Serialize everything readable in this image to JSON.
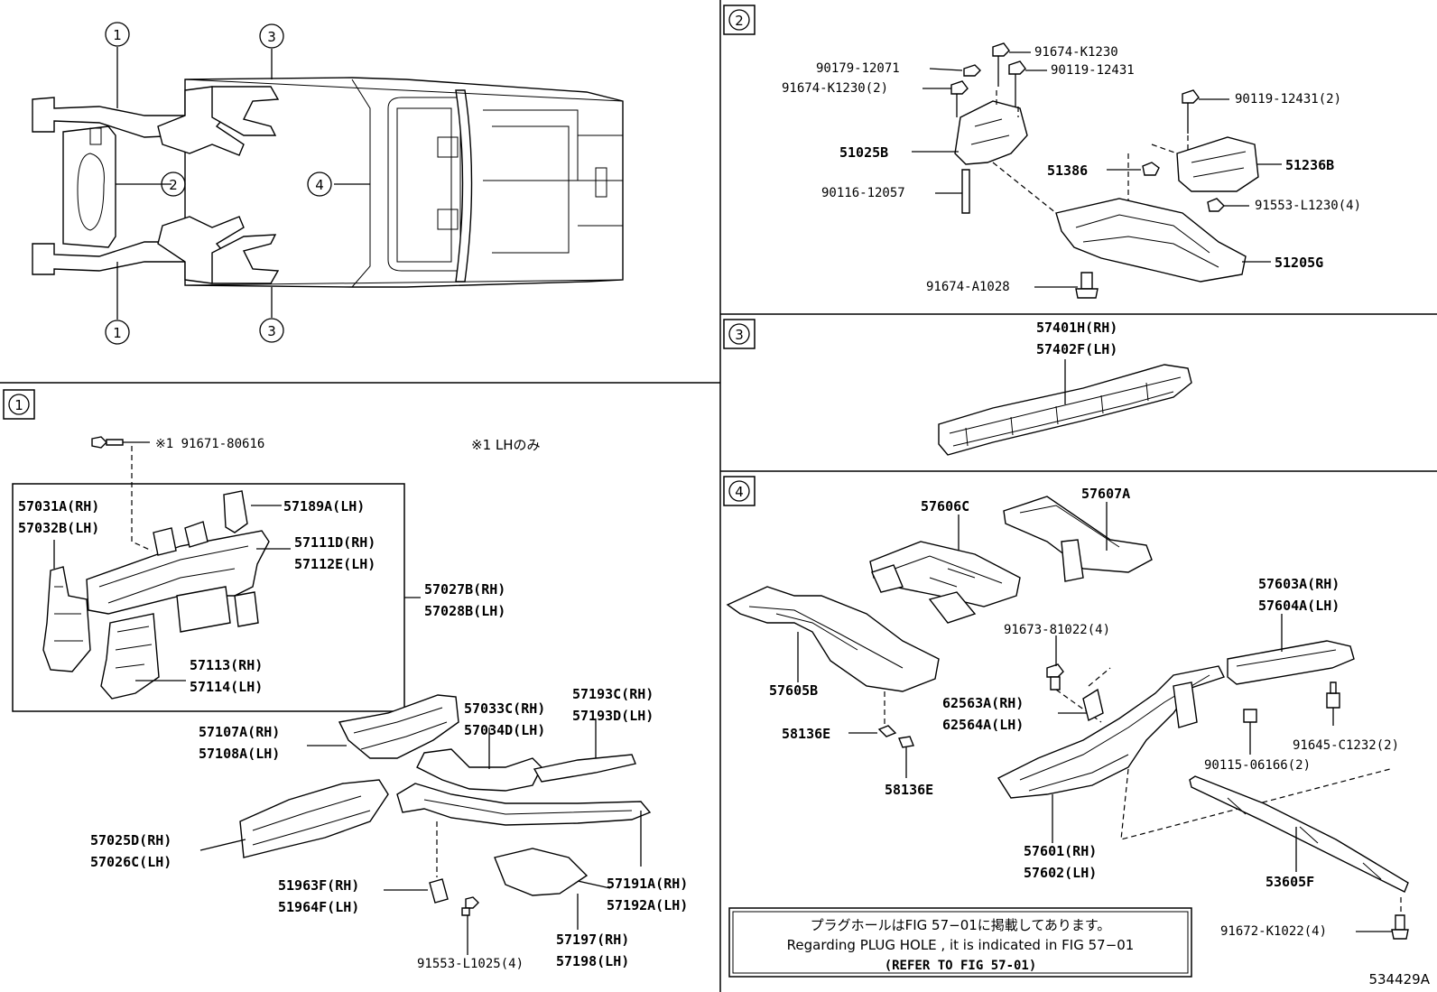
{
  "overview": {
    "callouts": [
      {
        "id": "c1-top",
        "num": "1"
      },
      {
        "id": "c3-top",
        "num": "3"
      },
      {
        "id": "c2",
        "num": "2"
      },
      {
        "id": "c4",
        "num": "4"
      },
      {
        "id": "c1-bot",
        "num": "1"
      },
      {
        "id": "c3-bot",
        "num": "3"
      }
    ]
  },
  "sections": {
    "s1": {
      "badge": "1"
    },
    "s2": {
      "badge": "2"
    },
    "s3": {
      "badge": "3"
    },
    "s4": {
      "badge": "4"
    }
  },
  "section1": {
    "note_ref": "※1 91671-80616",
    "note_lh": "※1 LHのみ",
    "labels": {
      "l57031A": "57031A(RH)",
      "l57032B": "57032B(LH)",
      "l57189A": "57189A(LH)",
      "l57111D": "57111D(RH)",
      "l57112E": "57112E(LH)",
      "l57027B": "57027B(RH)",
      "l57028B": "57028B(LH)",
      "l57113": "57113(RH)",
      "l57114": "57114(LH)",
      "l57107A": "57107A(RH)",
      "l57108A": "57108A(LH)",
      "l57033C": "57033C(RH)",
      "l57034D": "57034D(LH)",
      "l57193C": "57193C(RH)",
      "l57193D": "57193D(LH)",
      "l57025D": "57025D(RH)",
      "l57026C": "57026C(LH)",
      "l51963F": "51963F(RH)",
      "l51964F": "51964F(LH)",
      "l57191A": "57191A(RH)",
      "l57192A": "57192A(LH)",
      "l57197": "57197(RH)",
      "l57198": "57198(LH)",
      "l91553L1025": "91553-L1025(4)"
    }
  },
  "section2": {
    "labels": {
      "l90179": "90179-12071",
      "l91674K1230": "91674-K1230",
      "l90119a": "90119-12431",
      "l91674K1230x2": "91674-K1230(2)",
      "l90119x2": "90119-12431(2)",
      "l51025B": "51025B",
      "l51386": "51386",
      "l51236B": "51236B",
      "l90116": "90116-12057",
      "l91553L1230": "91553-L1230(4)",
      "l51205G": "51205G",
      "l91674A1028": "91674-A1028"
    }
  },
  "section3": {
    "labels": {
      "l57401H": "57401H(RH)",
      "l57402F": "57402F(LH)"
    }
  },
  "section4": {
    "labels": {
      "l57606C": "57606C",
      "l57607A": "57607A",
      "l57603A": "57603A(RH)",
      "l57604A": "57604A(LH)",
      "l91673": "91673-81022(4)",
      "l57605B": "57605B",
      "l62563A": "62563A(RH)",
      "l62564A": "62564A(LH)",
      "l91645": "91645-C1232(2)",
      "l58136E1": "58136E",
      "l58136E2": "58136E",
      "l90115": "90115-06166(2)",
      "l57601": "57601(RH)",
      "l57602": "57602(LH)",
      "l53605F": "53605F",
      "l91672": "91672-K1022(4)"
    },
    "note": {
      "jp": "プラグホールはFIG 57−01に掲載してあります。",
      "en": "Regarding  PLUG  HOLE , it is indicated in FIG  57−01",
      "ref": "(REFER  TO  FIG  57-01)"
    }
  },
  "figure_id": "534429A"
}
